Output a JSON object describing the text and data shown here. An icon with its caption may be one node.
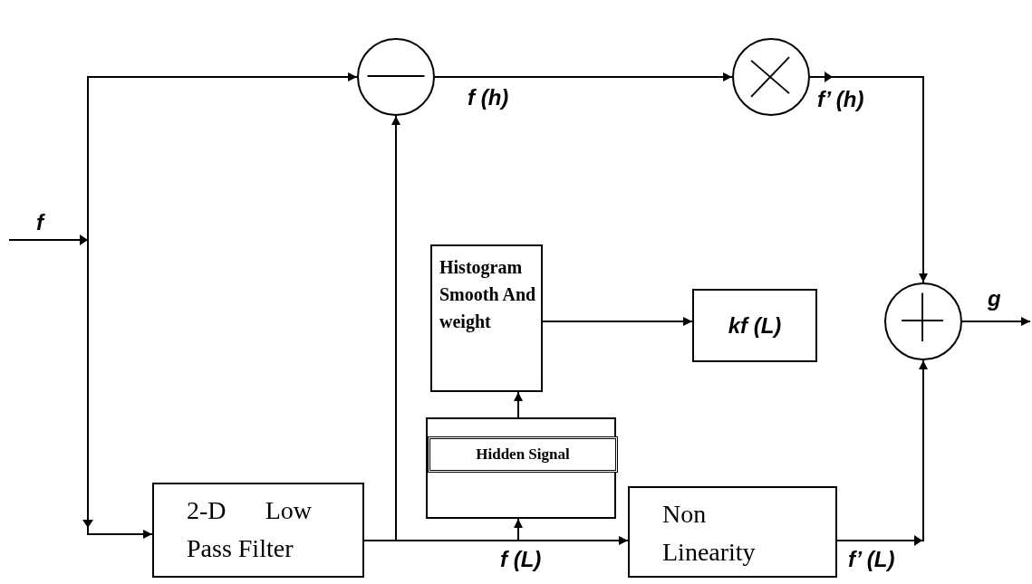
{
  "diagram": {
    "nodes": [
      {
        "text": [],
        "shape": "circle"
      },
      {
        "text": [],
        "shape": "circle"
      },
      {
        "text": [
          "Histogram Smooth And weight"
        ]
      },
      {
        "text": [
          "kf (L)"
        ]
      },
      {
        "text": [],
        "shape": "circle"
      },
      {
        "text": [],
        "shape": "box"
      },
      {
        "text": [
          "Hidden Signal"
        ],
        "in": 5
      },
      {
        "text": [
          "2-D Low Pass Filter"
        ]
      },
      {
        "text": [
          "Non Linearity"
        ]
      }
    ],
    "edges": [
      {
        "from": null,
        "to": 0,
        "arrow": "to"
      },
      {
        "from": null,
        "to": 7,
        "arrow": "to"
      },
      {
        "from": 7,
        "to": 0,
        "arrow": "to"
      },
      {
        "from": 7,
        "to": 8,
        "arrow": "to",
        "label": "f (L)"
      },
      {
        "from": 7,
        "to": 5,
        "arrow": "to"
      },
      {
        "from": 5,
        "to": 2,
        "arrow": "to"
      },
      {
        "from": 2,
        "to": 3,
        "arrow": "to"
      },
      {
        "from": 0,
        "to": 1,
        "arrow": "to",
        "label": "f (h)"
      },
      {
        "from": 1,
        "to": 4,
        "arrow": "to",
        "label": "f’ (h)"
      },
      {
        "from": 8,
        "to": 4,
        "arrow": "to",
        "label": "f’ (L)"
      },
      {
        "from": 4,
        "to": null,
        "arrow": "to",
        "label": "g"
      }
    ],
    "labels": [
      "f"
    ]
  }
}
